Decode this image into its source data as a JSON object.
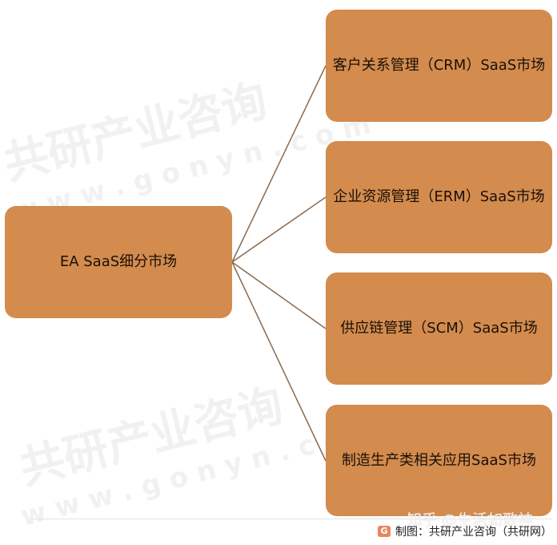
{
  "root": {
    "label": "EA SaaS细分市场"
  },
  "children": [
    {
      "label": "客户关系管理（CRM）SaaS市场"
    },
    {
      "label": "企业资源管理（ERM）SaaS市场"
    },
    {
      "label": "供应链管理（SCM）SaaS市场"
    },
    {
      "label": "制造生产类相关应用SaaS市场"
    }
  ],
  "colors": {
    "box": "#D38B4E",
    "connector": "#8B6A4E"
  },
  "watermark": {
    "brand": "共研产业咨询",
    "url": "w w w . g o n y n . c o m",
    "zhihu": "知乎 @生活如歌神"
  },
  "footer": {
    "logo": "G",
    "source": "制图：共研产业咨询（共研网）"
  }
}
